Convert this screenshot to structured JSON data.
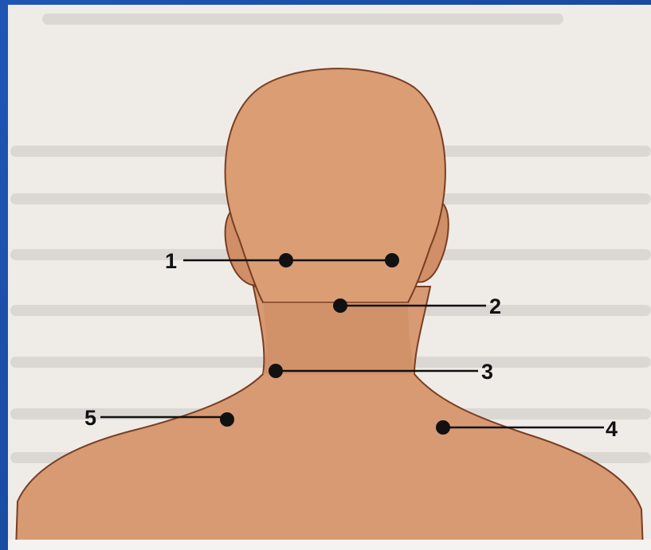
{
  "figure": {
    "colors": {
      "skin": "#d89a72",
      "skin_shadow": "#c77d57",
      "paper": "#efece8",
      "frame": "#1a4a9e",
      "ink": "#111111"
    },
    "points": [
      {
        "id": 1,
        "label": "1"
      },
      {
        "id": 2,
        "label": "2"
      },
      {
        "id": 3,
        "label": "3"
      },
      {
        "id": 4,
        "label": "4"
      },
      {
        "id": 5,
        "label": "5"
      }
    ]
  }
}
